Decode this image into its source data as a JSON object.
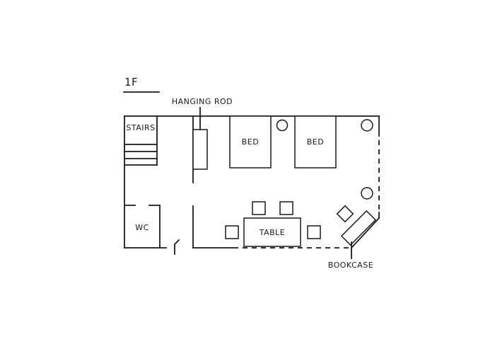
{
  "floor": {
    "label": "1F"
  },
  "rooms": {
    "stairs": "STAIRS",
    "wc": "WC"
  },
  "furniture": {
    "bed_left": "BED",
    "bed_right": "BED",
    "table": "TABLE"
  },
  "callouts": {
    "hanging_rod": "HANGING ROD",
    "bookcase": "BOOKCASE"
  }
}
